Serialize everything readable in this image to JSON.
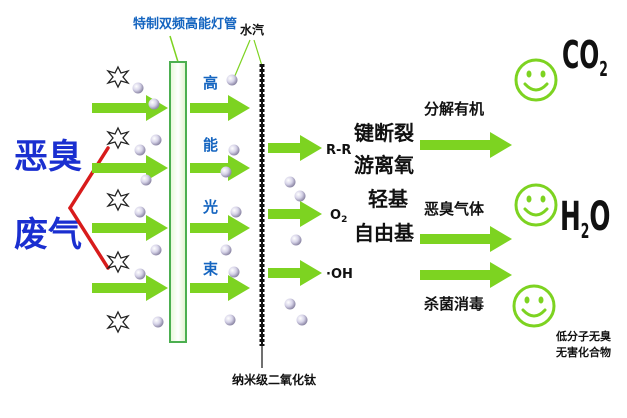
{
  "labels": {
    "source_line1": "恶臭",
    "source_line2": "废气",
    "lamp": "特制双频高能灯管",
    "vapor": "水汽",
    "energy_chars": [
      "高",
      "能",
      "光",
      "束"
    ],
    "catalyst": "纳米级二氧化钛",
    "radicals": [
      "R-R",
      "O",
      "·OH"
    ],
    "radical_o_subscript": "2",
    "process_lines": [
      "键断裂",
      "游离氧",
      "轻基",
      "自由基"
    ],
    "effects": [
      "分解有机",
      "恶臭气体",
      "杀菌消毒"
    ],
    "outputs": {
      "co2_main": "CO",
      "co2_sub": "2",
      "h2o_h": "H",
      "h2o_sub": "2",
      "h2o_o": "O",
      "residue_line1": "低分子无臭",
      "residue_line2": "无害化合物"
    }
  },
  "colors": {
    "arrow": "#7dd321",
    "source_text": "#1a2fd0",
    "lamp_label": "#1565c0",
    "energy_text": "#1565c0",
    "fork": "#d81b1b",
    "smiley": "#7dd321",
    "text_dark": "#111111"
  }
}
